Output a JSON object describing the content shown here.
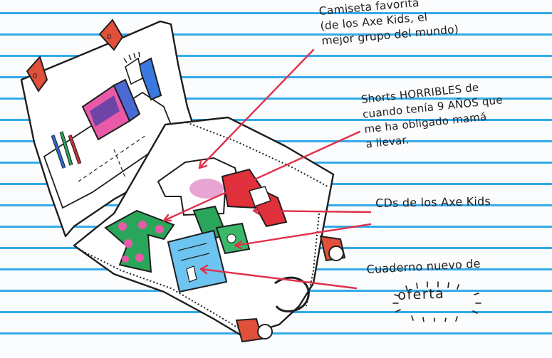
{
  "annotations": {
    "favorite_shirt": "Camiseta favorita\n(de los Axe Kids, el\nmejor grupo del mundo)",
    "shorts": "Shorts HORRIBLES de\ncuando tenía 9 AÑOS que\nme ha obligado mamá\na llevar.",
    "cds": "CDs de los Axe Kids",
    "notebook_line1": "Cuaderno nuevo de",
    "notebook_line2": "oferta"
  },
  "colors": {
    "ruled_line": "#2aa6e8",
    "arrow": "#e0304a",
    "ink": "#1e1e1e"
  }
}
